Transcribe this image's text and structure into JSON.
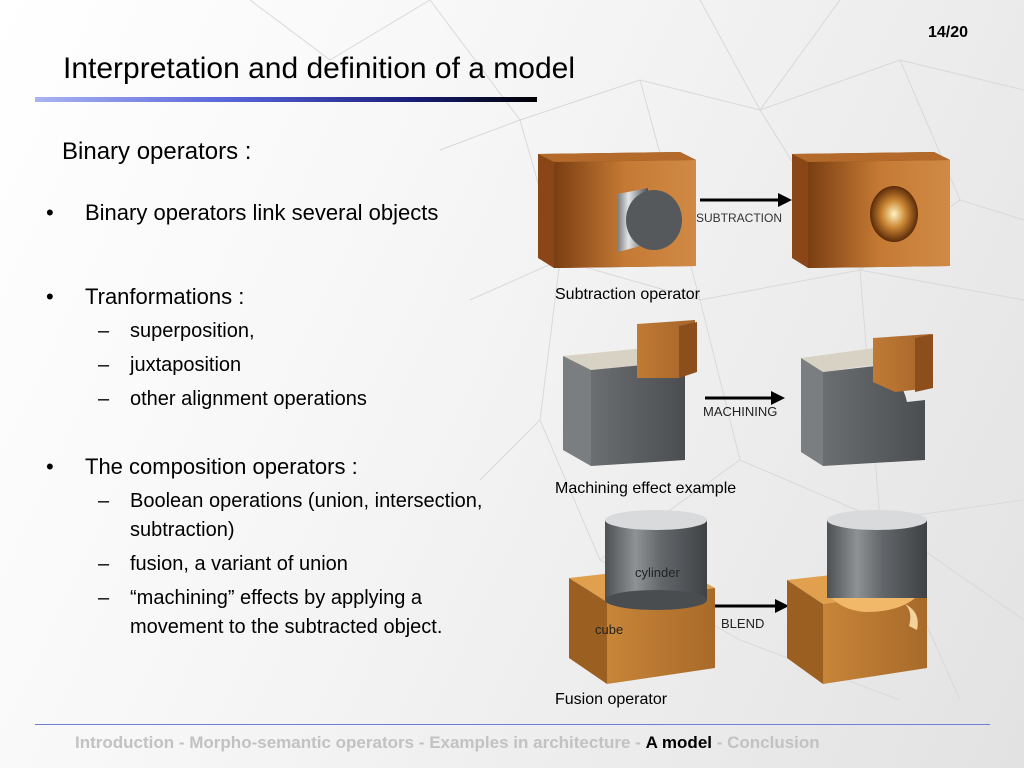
{
  "page": {
    "number": "14/20"
  },
  "title": "Interpretation and definition of a model",
  "subtitle": "Binary operators :",
  "bullets": [
    {
      "text": "Binary operators link several objects",
      "subs": []
    },
    {
      "text": "Tranformations :",
      "subs": [
        "superposition,",
        "juxtaposition",
        "other alignment operations"
      ]
    },
    {
      "text": "The composition operators :",
      "subs": [
        "Boolean operations (union, intersection, subtraction)",
        "fusion, a variant of union",
        "“machining” effects by applying a movement to the subtracted object."
      ]
    }
  ],
  "figures": {
    "subtraction": {
      "arrow_label": "SUBTRACTION",
      "caption": "Subtraction operator"
    },
    "machining": {
      "arrow_label": "MACHINING",
      "caption": "Machining effect example"
    },
    "fusion": {
      "arrow_label": "BLEND",
      "cylinder_label": "cylinder",
      "cube_label": "cube",
      "caption": "Fusion operator"
    }
  },
  "footer": {
    "items": [
      {
        "label": "Introduction",
        "active": false
      },
      {
        "label": "Morpho-semantic operators",
        "active": false
      },
      {
        "label": "Examples in architecture",
        "active": false
      },
      {
        "label": "A model",
        "active": true
      },
      {
        "label": "Conclusion",
        "active": false
      }
    ],
    "separator": " - "
  },
  "colors": {
    "accent_rule": "#5562d8",
    "footer_inactive": "#c2c2c2",
    "footer_active": "#000000",
    "copper": "#c07a35",
    "steel": "#5b5e61"
  }
}
